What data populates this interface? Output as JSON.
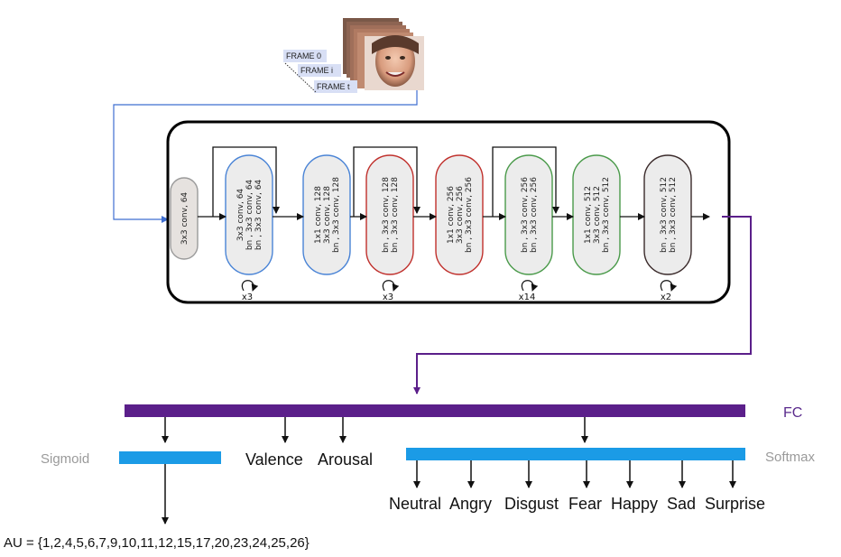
{
  "input": {
    "frame_labels": [
      "FRAME 0",
      "FRAME i",
      "FRAME t"
    ],
    "face_icon": "face-frames-icon"
  },
  "network": {
    "blocks": [
      {
        "lines": [
          "3x3 conv, 64"
        ],
        "border": "#9a9a9a"
      },
      {
        "lines": [
          "3x3 conv, 64",
          "bn , 3x3 conv, 64",
          "bn , 3x3 conv, 64"
        ],
        "border": "#4a84d6",
        "repeat": "x3"
      },
      {
        "lines": [
          "1x1 conv, 128",
          "3x3 conv, 128",
          "bn , 3x3 conv, 128"
        ],
        "border": "#4a84d6"
      },
      {
        "lines": [
          "bn , 3x3 conv, 128",
          "bn , 3x3 conv, 128"
        ],
        "border": "#c0302c",
        "repeat": "x3"
      },
      {
        "lines": [
          "1x1 conv, 256",
          "3x3 conv, 256",
          "bn , 3x3 conv, 256"
        ],
        "border": "#c0302c"
      },
      {
        "lines": [
          "bn , 3x3 conv, 256",
          "bn , 3x3 conv, 256"
        ],
        "border": "#4a9a4a",
        "repeat": "x14"
      },
      {
        "lines": [
          "1x1 conv, 512",
          "3x3 conv, 512",
          "bn , 3x3 conv, 512"
        ],
        "border": "#4a9a4a"
      },
      {
        "lines": [
          "bn , 3x3 conv, 512",
          "bn , 3x3 conv, 512"
        ],
        "border": "#3a2a2a",
        "repeat": "x2"
      }
    ]
  },
  "heads": {
    "fc_label": "FC",
    "sigmoid_label": "Sigmoid",
    "softmax_label": "Softmax",
    "valence_label": "Valence",
    "arousal_label": "Arousal",
    "emotions": [
      "Neutral",
      "Angry",
      "Disgust",
      "Fear",
      "Happy",
      "Sad",
      "Surprise"
    ],
    "au_label": "AU = {1,2,4,5,6,7,9,10,11,12,15,17,20,23,24,25,26}"
  },
  "colors": {
    "fc_bar": "#5b1f8a",
    "head_bar": "#1b9be6",
    "input_line": "#3f6fd1",
    "fc_line": "#5b1f8a"
  }
}
